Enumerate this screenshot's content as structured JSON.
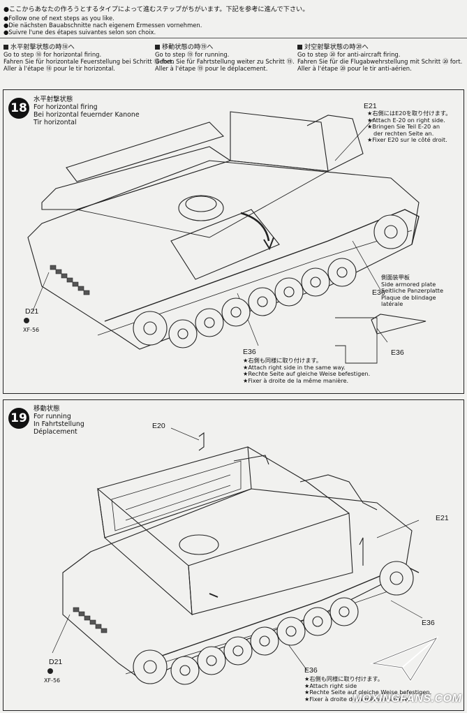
{
  "header": {
    "line1_jp": "●ここからあなたの作ろうとするタイプによって進むステップがちがいます。下記を参考に進んで下さい。",
    "line2_en": "●Follow one of next steps as you like.",
    "line3_de": "●Die nächsten Bauabschnitte nach eigenem Ermessen vornehmen.",
    "line4_fr": "●Suivre l'une des étapes suivantes selon son choix."
  },
  "options": [
    {
      "jp": "水平射撃状態の時⑱へ",
      "en": "Go to step ⑱ for horizontal firing.",
      "de": "Fahren Sie für horizontale Feuerstellung bei Schritt ⑱ fort.",
      "fr": "Aller à l'étape ⑱ pour le tir horizontal."
    },
    {
      "jp": "移動状態の時⑲へ",
      "en": "Go to step ⑲ for running.",
      "de": "Gehen Sie für Fahrtstellung weiter zu Schritt ⑲.",
      "fr": "Aller à l'étape ⑲ pour le déplacement."
    },
    {
      "jp": "対空射撃状態の時⑳へ",
      "en": "Go to step ⑳ for anti-aircraft firing.",
      "de": "Fahren Sie für die Flugabwehrstellung mit Schritt ⑳ fort.",
      "fr": "Aller à l'étape ⑳ pour le tir anti-aérien."
    }
  ],
  "step18": {
    "number": "18",
    "title_jp": "水平射撃状態",
    "title_en": "For horizontal firing",
    "title_de": "Bei horizontal feuernder Kanone",
    "title_fr": "Tir horizontal",
    "e21": {
      "label": "E21",
      "note_jp": "★右側にはE20を取り付けます。",
      "note_en": "★Attach E-20 on right side.",
      "note_de1": "★Bringen Sie Teil E-20 an",
      "note_de2": "der rechten Seite an.",
      "note_fr": "★Fixer E20 sur le côté droit."
    },
    "side_plate": {
      "jp": "側面装甲板",
      "en": "Side armored plate",
      "de": "Seitliche Panzerplatte",
      "fr1": "Plaque de blindage",
      "fr2": "latérale"
    },
    "e36_right": "E36",
    "e36_inset": "E36",
    "d21": {
      "label": "D21",
      "paint": "XF-56"
    },
    "e36_bottom": {
      "label": "E36",
      "note_jp": "★右側も同様に取り付けます。",
      "note_en": "★Attach right side in the same way.",
      "note_de": "★Rechte Seite auf gleiche Weise befestigen.",
      "note_fr": "★Fixer à droite de la même manière."
    }
  },
  "step19": {
    "number": "19",
    "title_jp": "移動状態",
    "title_en": "For running",
    "title_de": "In Fahrtstellung",
    "title_fr": "Déplacement",
    "e20": "E20",
    "e21": "E21",
    "e36_right": "E36",
    "d21": {
      "label": "D21",
      "paint": "XF-56"
    },
    "e36_bottom": {
      "label": "E36",
      "note_jp": "★右側も同様に取り付けます。",
      "note_en": "★Attach right side",
      "note_de": "★Rechte Seite auf gleiche Weise befestigen.",
      "note_fr": "★Fixer à droite de la même manière."
    }
  },
  "watermark": {
    "text": "MOXINGFANS.COM"
  },
  "colors": {
    "ink": "#111111",
    "paper": "#f1f1ef",
    "line": "#222222"
  }
}
